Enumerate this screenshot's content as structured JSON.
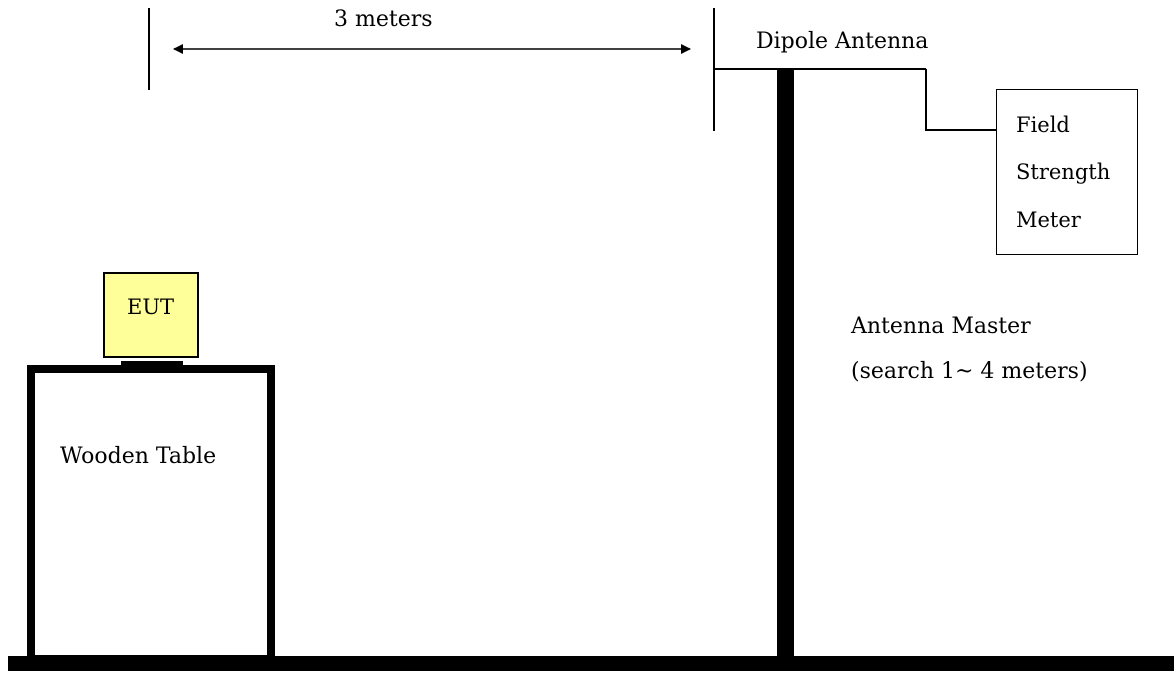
{
  "labels": {
    "distance": "3 meters",
    "antenna": "Dipole Antenna",
    "meter_line1": "Field",
    "meter_line2": "Strength",
    "meter_line3": "Meter",
    "eut": "EUT",
    "mast_line1": "Antenna Master",
    "mast_line2": "(search 1~ 4 meters)",
    "table": "Wooden Table"
  },
  "colors": {
    "eut_fill": "#ffff99",
    "ink": "#000000",
    "background": "#ffffff"
  }
}
